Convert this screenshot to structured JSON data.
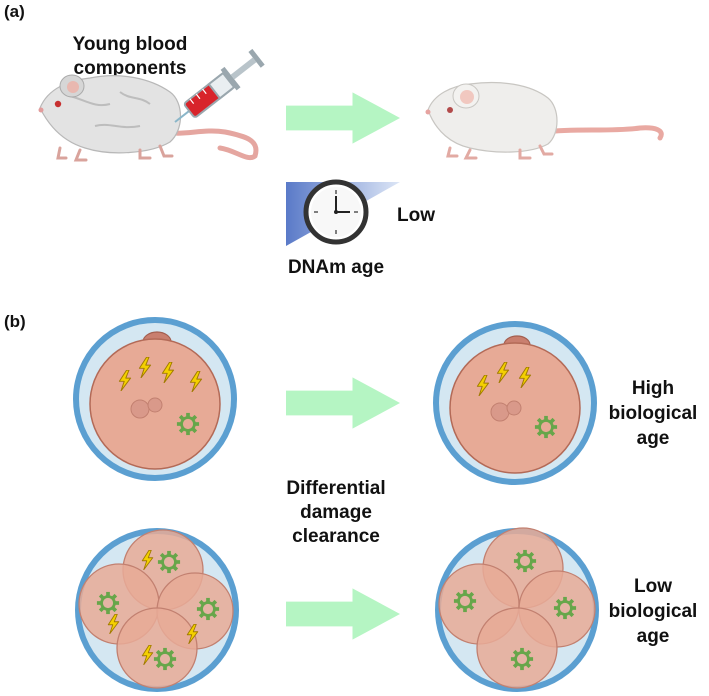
{
  "panel_a": {
    "label": "(a)",
    "injection_text": [
      "Young blood",
      "components"
    ],
    "clock_level": "Low",
    "clock_caption": "DNAm age"
  },
  "panel_b": {
    "label": "(b)",
    "middle_text": [
      "Differential",
      "damage",
      "clearance"
    ],
    "top_outcome": [
      "High",
      "biological",
      "age"
    ],
    "bottom_outcome": [
      "Low",
      "biological",
      "age"
    ]
  },
  "colors": {
    "arrow": "#b5f5c3",
    "zona": "#5b9fd1",
    "cytoplasm": "#e7aa96",
    "damage": "#f4d000",
    "gear": "#67a64a",
    "blood": "#d8242b"
  },
  "icons": [
    "lightning-bolt-icon",
    "gear-icon",
    "syringe-icon",
    "clock-icon",
    "mouse-icon"
  ]
}
